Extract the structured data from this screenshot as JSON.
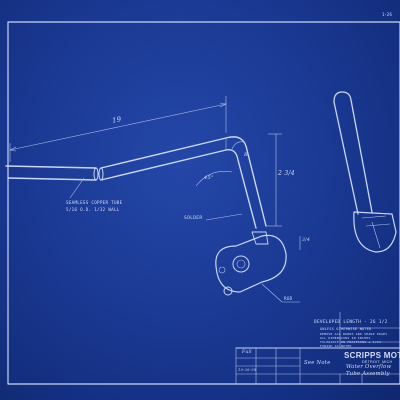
{
  "sheet": {
    "corner_mark": "1-26",
    "company": "SCRIPPS MOTOR",
    "company_sub": "DETROIT, MICH",
    "title_line1": "Water Overflow",
    "title_line2": "Tube Assembly",
    "drawing_no": "See Note",
    "scale": "Full",
    "date": "10-26-38"
  },
  "dimensions": {
    "length_19": "19",
    "height_2_3_4": "2 3/4",
    "radius_r": "R",
    "angle_deg": "45°",
    "small_dim": "3/4"
  },
  "notes": {
    "tube": "SEAMLESS COPPER TUBE",
    "tube_size": "5/16 O.D.  1/32 WALL",
    "solder": "SOLDER",
    "rod": "ROD",
    "developed_length": "DEVELOPED LENGTH - 26 1/2",
    "general_notes_header": "UNLESS OTHERWISE NOTED",
    "general_notes": [
      "REMOVE ALL BURRS AND SHARP EDGES",
      "ALL DIMENSIONS IN INCHES",
      "TOLERANCE ON FRACTIONS ± 1/64",
      "FINISH AS NOTED"
    ]
  },
  "colors": {
    "paper": "#16317f",
    "line": "#c9d6f5"
  }
}
